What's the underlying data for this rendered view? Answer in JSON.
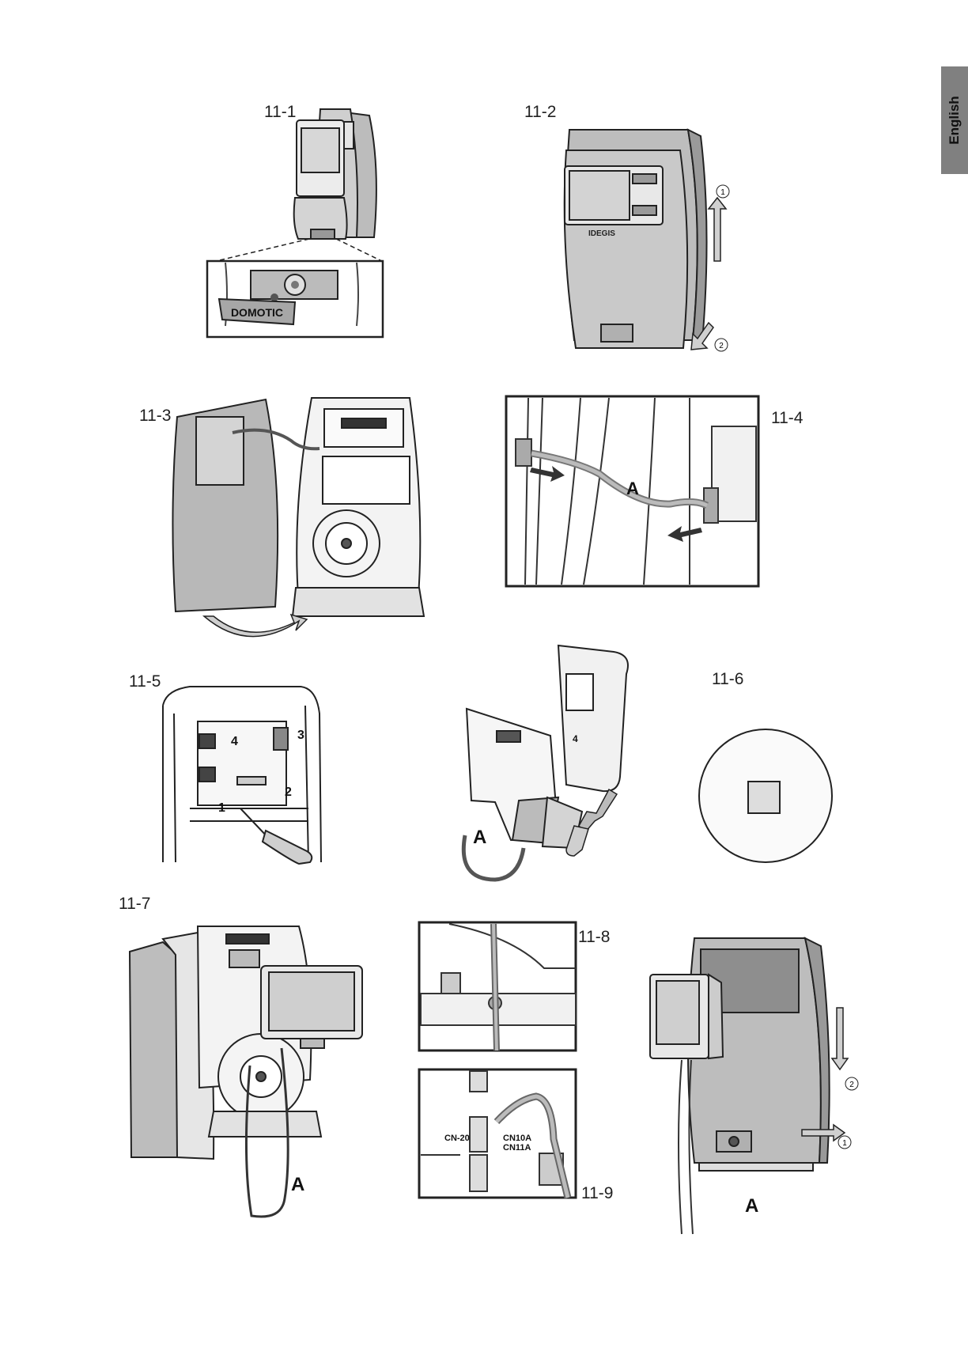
{
  "sidebar_tab": "English",
  "figures": {
    "f11_1": {
      "label": "11-1",
      "callout": "DOMOTIC"
    },
    "f11_2": {
      "label": "11-2",
      "steps": [
        "1",
        "2"
      ]
    },
    "f11_3": {
      "label": "11-3"
    },
    "f11_4": {
      "label": "11-4",
      "callout": "A"
    },
    "f11_5": {
      "label": "11-5",
      "numbers": [
        "1",
        "2",
        "3",
        "4"
      ]
    },
    "f11_6": {
      "label": "11-6",
      "callout": "A",
      "numbers": [
        "4"
      ]
    },
    "f11_7": {
      "label": "11-7",
      "callout": "A"
    },
    "f11_8": {
      "label": "11-8"
    },
    "f11_9": {
      "label": "11-9",
      "connectors": [
        "CN-20",
        "CN10A",
        "CN11A"
      ]
    },
    "f11_10": {
      "callout": "A",
      "steps": [
        "1",
        "2"
      ]
    }
  }
}
